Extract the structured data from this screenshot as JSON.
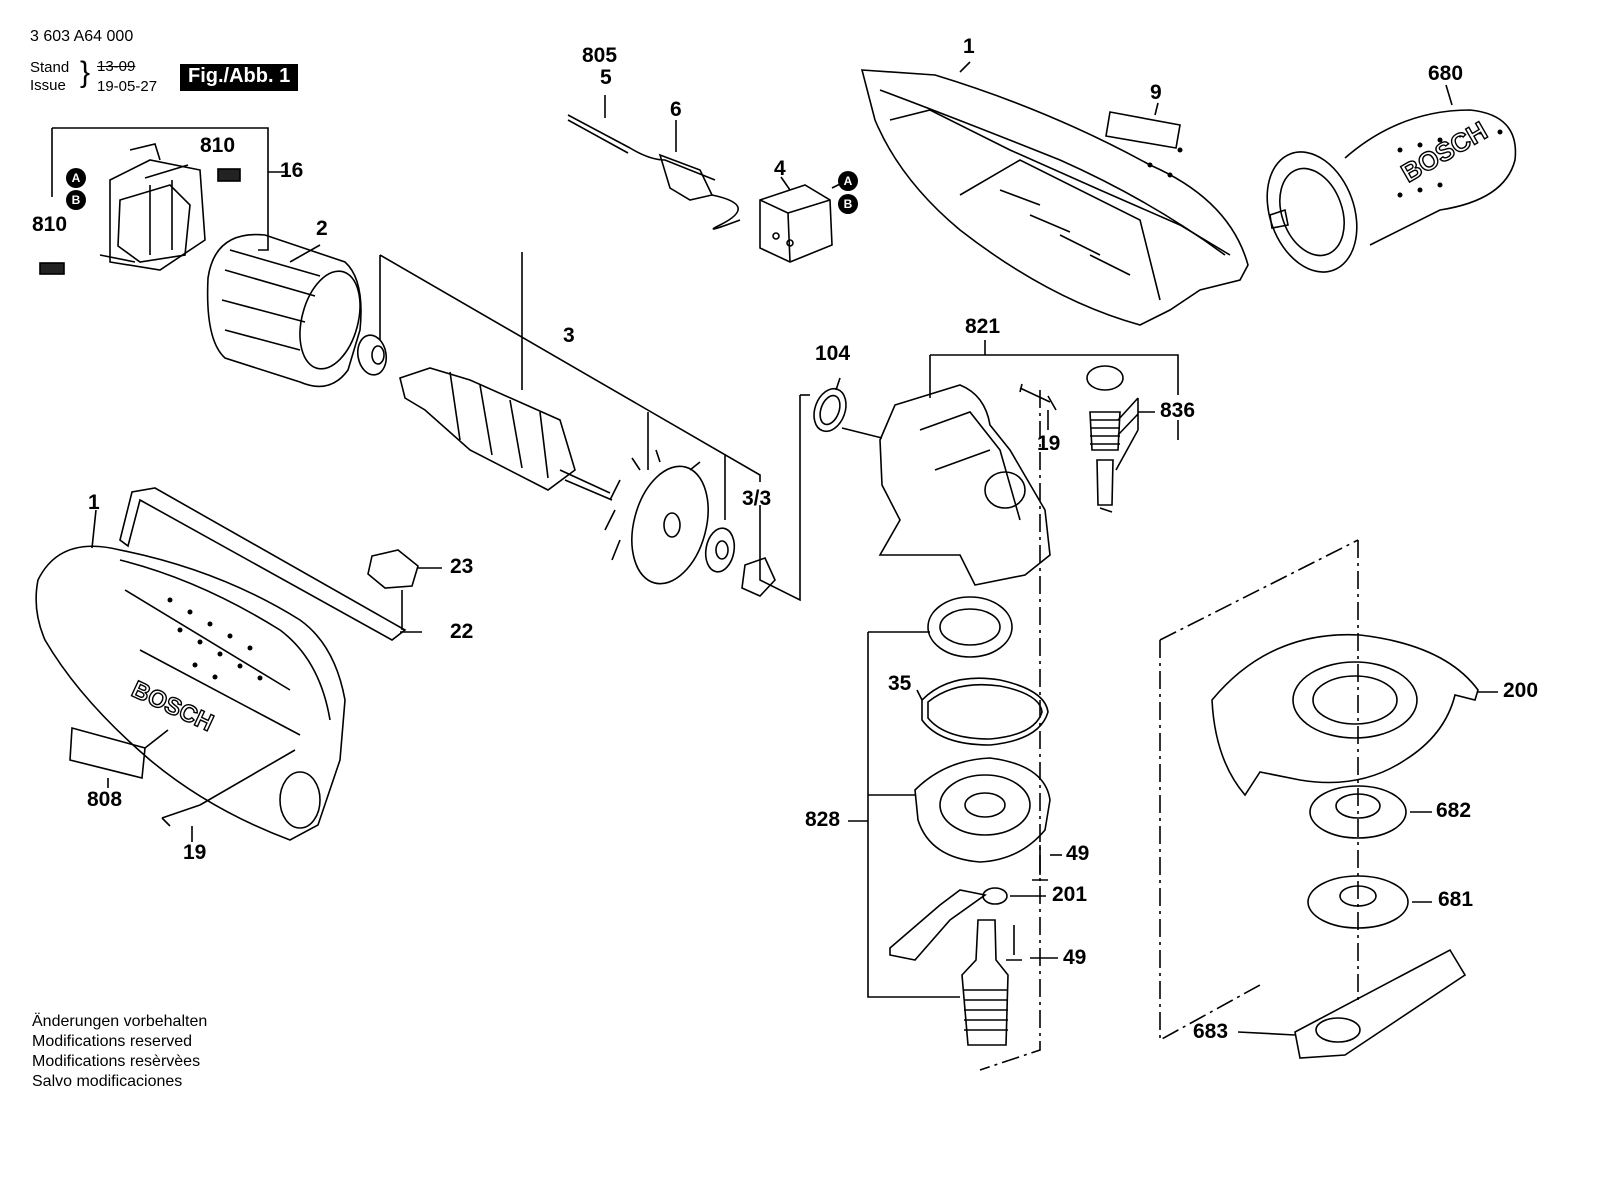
{
  "header": {
    "drawing_number": "3 603 A64 000",
    "stand_label": "Stand",
    "issue_label": "Issue",
    "date_struck": "13-09",
    "date_current": "19-05-27",
    "figure_label": "Fig./Abb. 1"
  },
  "notes": [
    "Änderungen vorbehalten",
    "Modifications reserved",
    "Modifications resèrvèes",
    "Salvo modificaciones"
  ],
  "connector_badges": {
    "a": "A",
    "b": "B"
  },
  "parts": {
    "p1_top": "1",
    "p1_left": "1",
    "p2": "2",
    "p3": "3",
    "p3_3": "3/3",
    "p4": "4",
    "p5": "5",
    "p805": "805",
    "p6": "6",
    "p9": "9",
    "p16": "16",
    "p810_top": "810",
    "p810_left": "810",
    "p19_left": "19",
    "p19_right": "19",
    "p22": "22",
    "p23": "23",
    "p35": "35",
    "p49_a": "49",
    "p49_b": "49",
    "p104": "104",
    "p200": "200",
    "p201": "201",
    "p680": "680",
    "p681": "681",
    "p682": "682",
    "p683": "683",
    "p808": "808",
    "p821": "821",
    "p828": "828",
    "p836": "836"
  },
  "brand_text": "BOSCH"
}
